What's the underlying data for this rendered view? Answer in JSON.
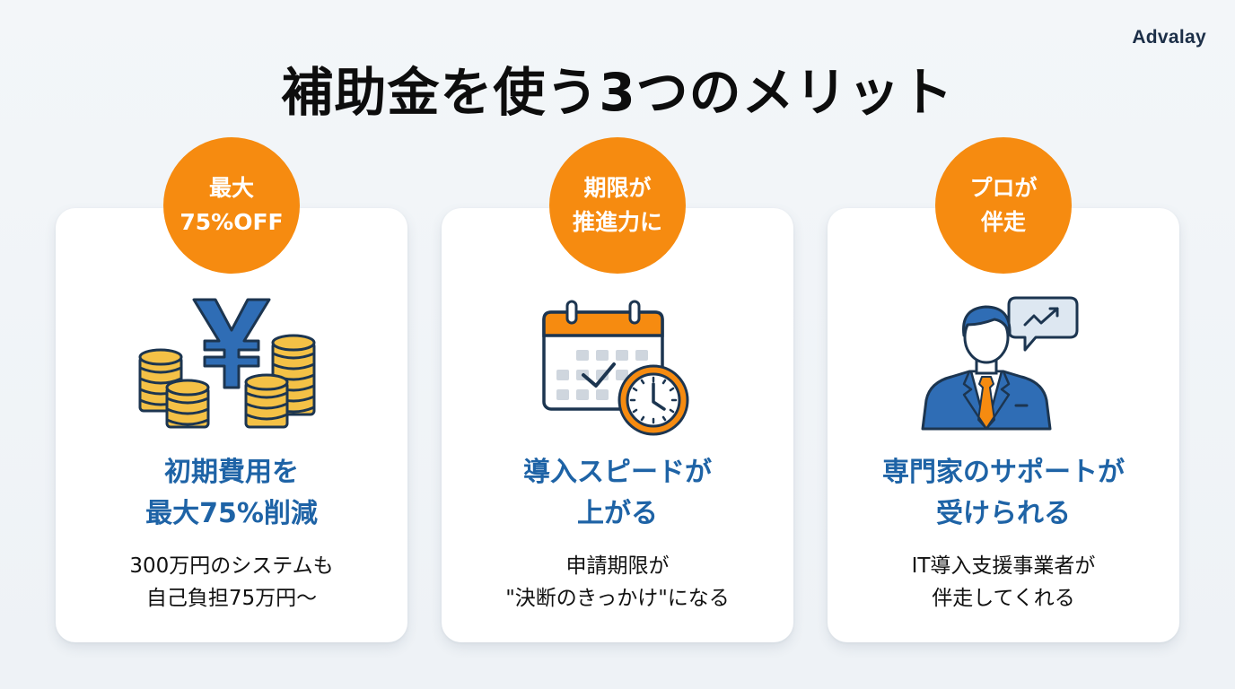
{
  "brand": "Advalay",
  "title": "補助金を使う3つのメリット",
  "colors": {
    "background": "#eef2f6",
    "badge": "#f68b10",
    "heading": "#1e63a6",
    "card": "#ffffff",
    "icon_blue": "#2f6db5",
    "icon_outline": "#1c3550",
    "coin_gold": "#f4c146"
  },
  "cards": [
    {
      "badge": [
        "最大",
        "75%OFF"
      ],
      "icon": "yen-coins-icon",
      "heading": [
        "初期費用を",
        "最大75%削減"
      ],
      "body": [
        "300万円のシステムも",
        "自己負担75万円〜"
      ]
    },
    {
      "badge": [
        "期限が",
        "推進力に"
      ],
      "icon": "calendar-clock-icon",
      "heading": [
        "導入スピードが",
        "上がる"
      ],
      "body": [
        "申請期限が",
        "\"決断のきっかけ\"になる"
      ]
    },
    {
      "badge": [
        "プロが",
        "伴走"
      ],
      "icon": "consultant-chart-icon",
      "heading": [
        "専門家のサポートが",
        "受けられる"
      ],
      "body": [
        "IT導入支援事業者が",
        "伴走してくれる"
      ]
    }
  ]
}
